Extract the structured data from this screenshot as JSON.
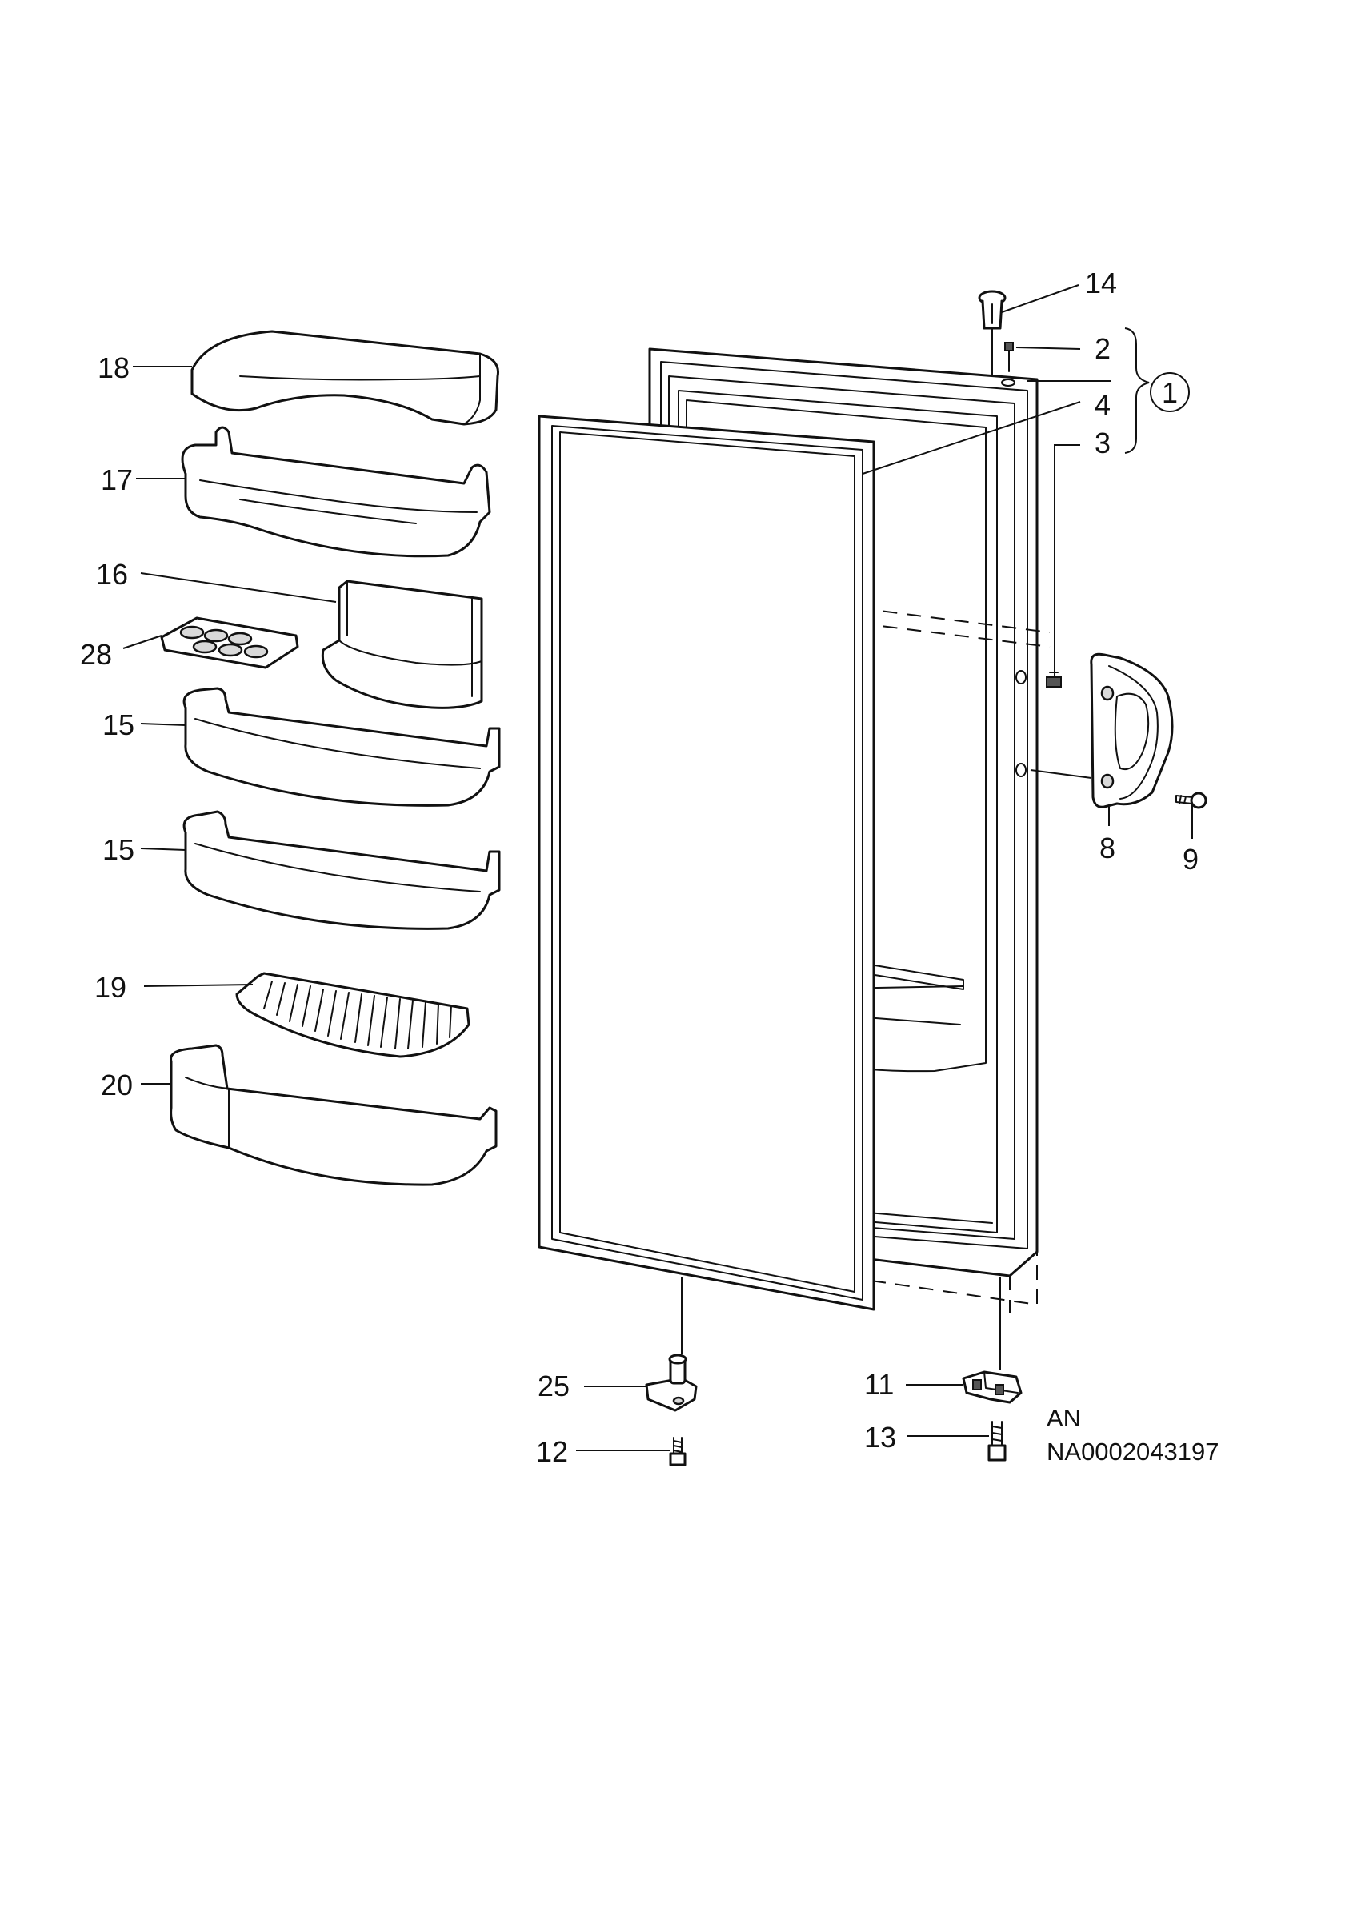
{
  "callouts": {
    "c14": "14",
    "c2": "2",
    "c1": "1",
    "c4": "4",
    "c3": "3",
    "c18": "18",
    "c17": "17",
    "c16": "16",
    "c28": "28",
    "c15a": "15",
    "c15b": "15",
    "c19": "19",
    "c20": "20",
    "c8": "8",
    "c9": "9",
    "c25": "25",
    "c12": "12",
    "c11": "11",
    "c13": "13"
  },
  "reference": {
    "line1": "AN",
    "line2": "NA0002043197"
  }
}
